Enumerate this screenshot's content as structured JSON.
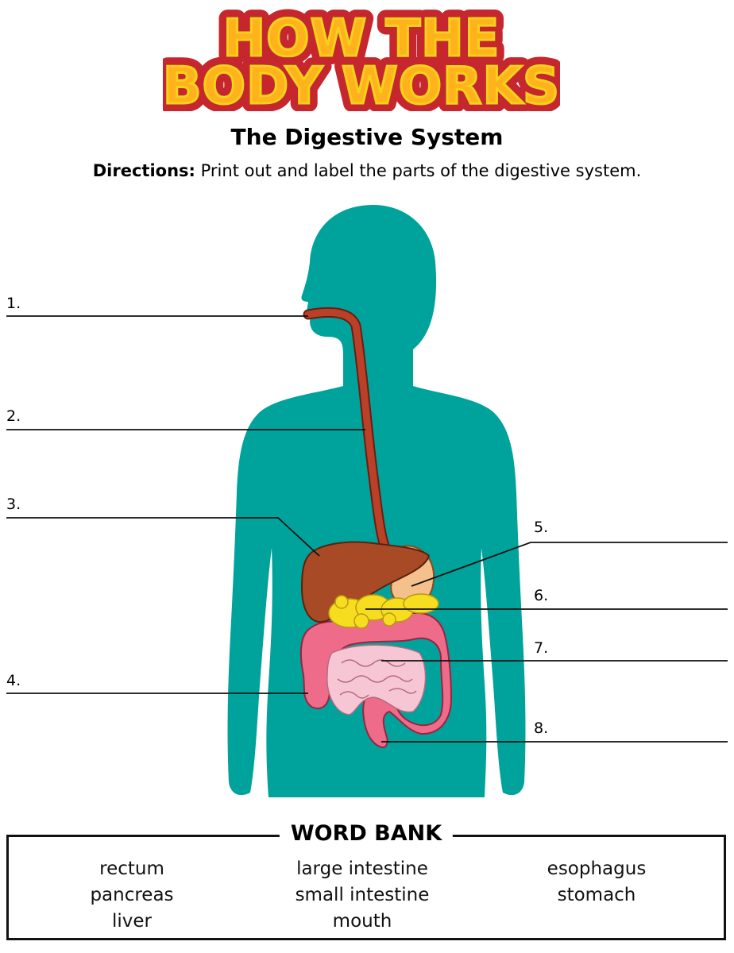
{
  "logo": {
    "line1": "HOW THE",
    "line2": "BODY WORKS",
    "outline_color": "#c6262d",
    "fill_color": "#ffb21b"
  },
  "subtitle": "The Digestive System",
  "directions": {
    "label": "Directions:",
    "text": " Print out and label the parts of the digestive system."
  },
  "diagram": {
    "labels": [
      "1.",
      "2.",
      "3.",
      "4.",
      "5.",
      "6.",
      "7.",
      "8."
    ],
    "colors": {
      "body": "#00a39b",
      "esophagus": "#b84128",
      "liver": "#a84a26",
      "stomach": "#f6c08c",
      "pancreas": "#f7dd1f",
      "large_intestine": "#ef6b8a",
      "small_intestine": "#f7c6d4"
    }
  },
  "word_bank": {
    "title": "WORD BANK",
    "columns": [
      [
        "rectum",
        "pancreas",
        "liver"
      ],
      [
        "large intestine",
        "small intestine",
        "mouth"
      ],
      [
        "esophagus",
        "stomach"
      ]
    ]
  }
}
